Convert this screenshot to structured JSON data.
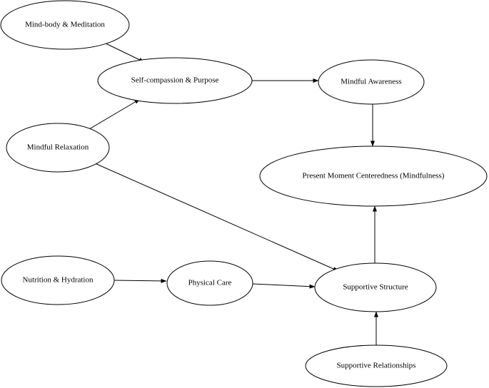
{
  "diagram": {
    "nodes": [
      {
        "id": "mind-body",
        "label": "Mind-body & Meditation"
      },
      {
        "id": "self-compassion",
        "label": "Self-compassion & Purpose"
      },
      {
        "id": "mindful-awareness",
        "label": "Mindful Awareness"
      },
      {
        "id": "mindful-relaxation",
        "label": "Mindful Relaxation"
      },
      {
        "id": "present-moment",
        "label": "Present Moment Centeredness (Mindfulness)"
      },
      {
        "id": "nutrition",
        "label": "Nutrition & Hydration"
      },
      {
        "id": "physical-care",
        "label": "Physical Care"
      },
      {
        "id": "supportive-structure",
        "label": "Supportive Structure"
      },
      {
        "id": "supportive-relationships",
        "label": "Supportive Relationships"
      }
    ],
    "edges": [
      {
        "from": "mind-body",
        "to": "self-compassion"
      },
      {
        "from": "mindful-relaxation",
        "to": "self-compassion"
      },
      {
        "from": "self-compassion",
        "to": "mindful-awareness"
      },
      {
        "from": "mindful-awareness",
        "to": "present-moment"
      },
      {
        "from": "mindful-relaxation",
        "to": "supportive-structure"
      },
      {
        "from": "nutrition",
        "to": "physical-care"
      },
      {
        "from": "physical-care",
        "to": "supportive-structure"
      },
      {
        "from": "supportive-structure",
        "to": "present-moment"
      },
      {
        "from": "supportive-relationships",
        "to": "supportive-structure"
      }
    ]
  }
}
